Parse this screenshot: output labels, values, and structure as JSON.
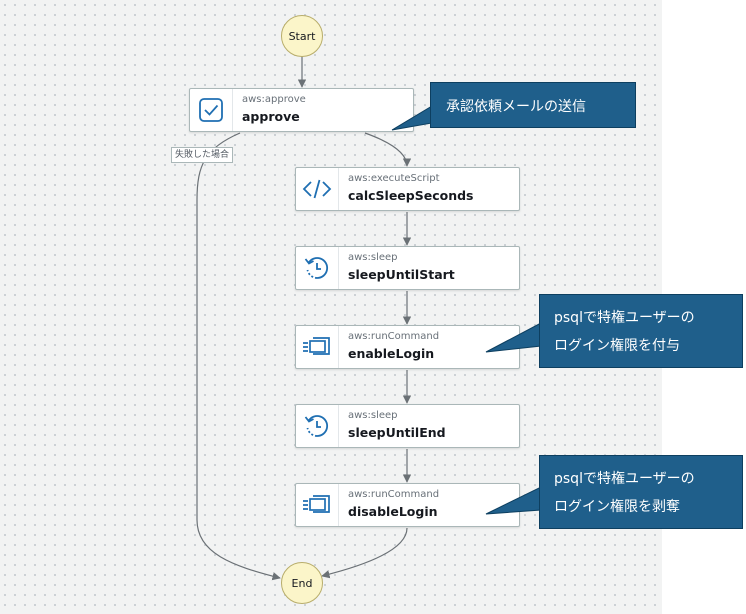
{
  "start_label": "Start",
  "end_label": "End",
  "fail_label": "失敗した場合",
  "steps": [
    {
      "type": "aws:approve",
      "name": "approve",
      "icon": "check-icon"
    },
    {
      "type": "aws:executeScript",
      "name": "calcSleepSeconds",
      "icon": "code-icon"
    },
    {
      "type": "aws:sleep",
      "name": "sleepUntilStart",
      "icon": "timer-icon"
    },
    {
      "type": "aws:runCommand",
      "name": "enableLogin",
      "icon": "run-command-icon"
    },
    {
      "type": "aws:sleep",
      "name": "sleepUntilEnd",
      "icon": "timer-icon"
    },
    {
      "type": "aws:runCommand",
      "name": "disableLogin",
      "icon": "run-command-icon"
    }
  ],
  "callouts": [
    {
      "lines": [
        "承認依頼メールの送信"
      ]
    },
    {
      "lines": [
        "psqlで特権ユーザーの",
        "ログイン権限を付与"
      ]
    },
    {
      "lines": [
        "psqlで特権ユーザーの",
        "ログイン権限を剥奪"
      ]
    }
  ],
  "colors": {
    "accent": "#1f6fb2",
    "callout_bg": "#1f5f8b",
    "terminal_fill": "#fbf5c9",
    "edge": "#6b7176"
  }
}
